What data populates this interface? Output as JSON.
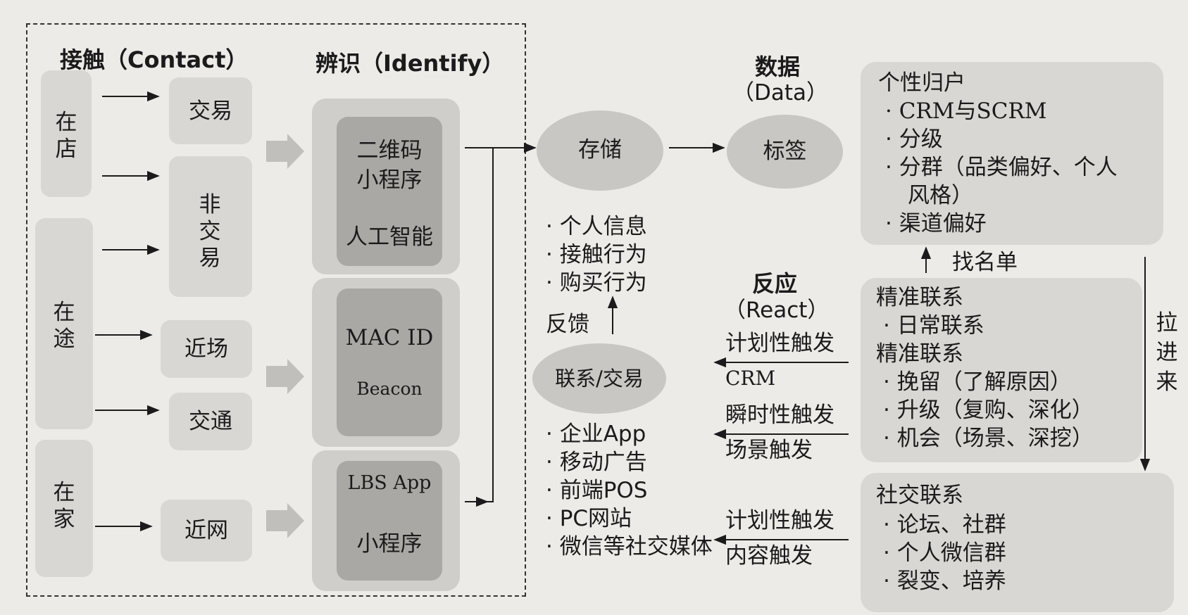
{
  "contact": {
    "title": "接触（Contact）",
    "places": [
      "在店",
      "在途",
      "在家"
    ],
    "channels": [
      "交易",
      "非交易",
      "近场",
      "交通",
      "近网"
    ]
  },
  "identify": {
    "title": "辨识（Identify）",
    "group1": [
      "二维码",
      "小程序",
      "人工智能"
    ],
    "group2": [
      "MAC ID",
      "Beacon"
    ],
    "group3": [
      "LBS App",
      "小程序"
    ]
  },
  "data": {
    "title": "数据",
    "subtitle": "（Data）",
    "storage": "存储",
    "tags": "标签",
    "items": [
      "· 个人信息",
      "· 接触行为",
      "· 购买行为"
    ],
    "feedback": "反馈"
  },
  "contact_trade": {
    "label": "联系/交易",
    "items": [
      "· 企业App",
      "· 移动广告",
      "· 前端POS",
      "· PC网站",
      "· 微信等社交媒体"
    ]
  },
  "react": {
    "title": "反应",
    "subtitle": "（React）",
    "triggers": [
      {
        "top": "计划性触发",
        "bottom": "CRM"
      },
      {
        "top": "瞬时性触发",
        "bottom": "场景触发"
      },
      {
        "top": "计划性触发",
        "bottom": "内容触发"
      }
    ]
  },
  "segment": {
    "title": "个性归户",
    "items": [
      "· CRM与SCRM",
      "· 分级",
      "· 分群（品类偏好、个人",
      "风格）",
      "· 渠道偏好"
    ],
    "find_list": "找名单"
  },
  "precise": {
    "lines": [
      "精准联系",
      "· 日常联系",
      "精准联系",
      "· 挽留（了解原因）",
      "· 升级（复购、深化）",
      "· 机会（场景、深挖）"
    ]
  },
  "pull_in": "拉进来",
  "social": {
    "title": "社交联系",
    "items": [
      "· 论坛、社群",
      "· 个人微信群",
      "· 裂变、培养"
    ]
  }
}
